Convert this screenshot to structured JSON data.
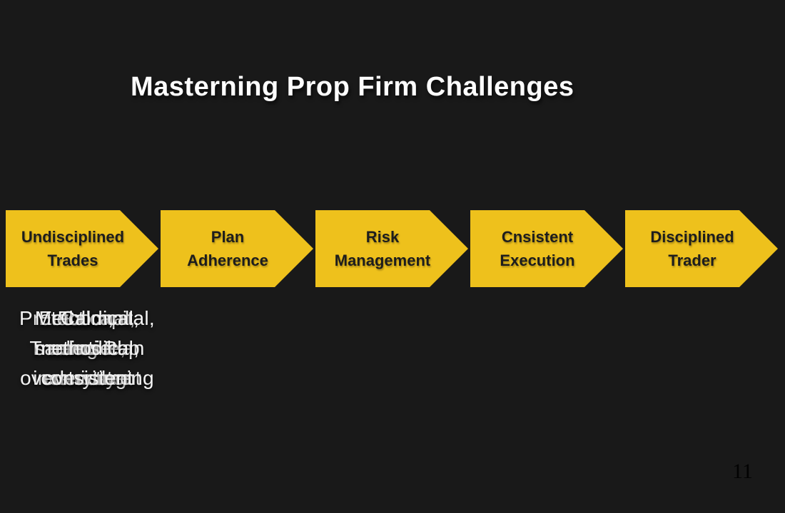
{
  "slide": {
    "title": "Masterning Prop Firm Challenges",
    "page_number": "11",
    "colors": {
      "background": "#191919",
      "arrow_fill": "#EEC11C",
      "arrow_text": "#1D1D1D",
      "title_text": "#FEFEFE",
      "description_text": "#F4F4F4",
      "page_number_text": "#030303"
    },
    "steps": [
      {
        "label": "Undisciplined\nTrades",
        "description": "Emotional,\nreactive,\ninconsistent"
      },
      {
        "label": "Plan\nAdherence",
        "description": "Follow\nTrading Plan\nstrictly"
      },
      {
        "label": "Risk\nManagement",
        "description": "Protect capital,\navoid\noverleveraging"
      },
      {
        "label": "Cnsistent\nExecution",
        "description": "Methodical,\nsame setup\neverytime"
      },
      {
        "label": "Disciplined\nTrader",
        "description": "Calm,\nmethodical,\nconsistent"
      }
    ]
  }
}
